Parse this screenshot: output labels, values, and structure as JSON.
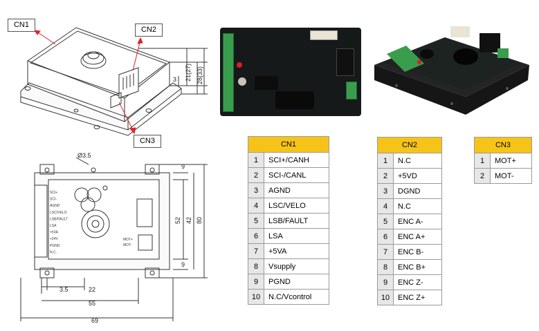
{
  "callouts": {
    "cn1": "CN1",
    "cn2": "CN2",
    "cn3": "CN3"
  },
  "iso_dims": {
    "d3": "3",
    "d21": "21(27)",
    "d28": "28(33)"
  },
  "plan_dims": {
    "dia": "Ø3.5",
    "d9a": "9",
    "d9b": "9",
    "d52": "52",
    "d42": "42",
    "d80": "80",
    "d35": "3.5",
    "d22": "22",
    "d55": "55",
    "d69": "69"
  },
  "plan_labels": {
    "left": [
      "SCI+",
      "SCI-",
      "AGND",
      "LSC/VELO",
      "LSB/FAULT",
      "LSA",
      "+5VA",
      "+24V",
      "PGND",
      "N.C."
    ],
    "right": [
      "MOT+",
      "MOT-"
    ]
  },
  "tables": {
    "cn1": {
      "title": "CN1",
      "rows": [
        {
          "n": "1",
          "v": "SCI+/CANH"
        },
        {
          "n": "2",
          "v": "SCI-/CANL"
        },
        {
          "n": "3",
          "v": "AGND"
        },
        {
          "n": "4",
          "v": "LSC/VELO"
        },
        {
          "n": "5",
          "v": "LSB/FAULT"
        },
        {
          "n": "6",
          "v": "LSA"
        },
        {
          "n": "7",
          "v": "+5VA"
        },
        {
          "n": "8",
          "v": "Vsupply"
        },
        {
          "n": "9",
          "v": "PGND"
        },
        {
          "n": "10",
          "v": "N.C/Vcontrol"
        }
      ]
    },
    "cn2": {
      "title": "CN2",
      "rows": [
        {
          "n": "1",
          "v": "N.C"
        },
        {
          "n": "2",
          "v": "+5VD"
        },
        {
          "n": "3",
          "v": "DGND"
        },
        {
          "n": "4",
          "v": "N.C"
        },
        {
          "n": "5",
          "v": "ENC  A-"
        },
        {
          "n": "6",
          "v": "ENC  A+"
        },
        {
          "n": "7",
          "v": "ENC  B-"
        },
        {
          "n": "8",
          "v": "ENC  B+"
        },
        {
          "n": "9",
          "v": "ENC  Z-"
        },
        {
          "n": "10",
          "v": "ENC  Z+"
        }
      ]
    },
    "cn3": {
      "title": "CN3",
      "rows": [
        {
          "n": "1",
          "v": "MOT+"
        },
        {
          "n": "2",
          "v": "MOT-"
        }
      ]
    }
  },
  "colors": {
    "header": "#f6c419",
    "numcell": "#e7e7e7",
    "arrow": "#d9262a",
    "terminal": "#3a9d4d"
  }
}
